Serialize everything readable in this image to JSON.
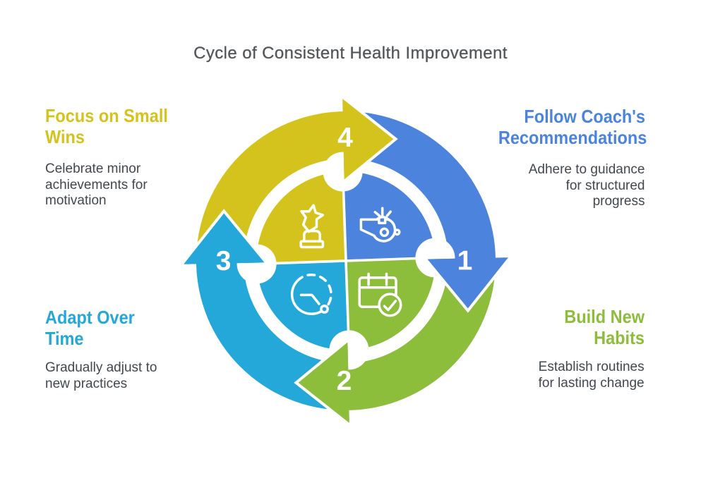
{
  "title": "Cycle of Consistent Health Improvement",
  "colors": {
    "background": "#ffffff",
    "title_text": "#54575a",
    "body_text": "#42484d",
    "white": "#ffffff",
    "blue": "#4c83dc",
    "green": "#8cbd3b",
    "cyan": "#23a8d9",
    "yellow": "#d5c31d"
  },
  "steps": [
    {
      "number": "1",
      "heading": "Follow Coach's\nRecommendations",
      "body": "Adhere to guidance\nfor structured\nprogress",
      "color": "#4c83dc",
      "position": "top-right",
      "icon": "whistle"
    },
    {
      "number": "2",
      "heading": "Build New\nHabits",
      "body": "Establish routines\nfor lasting change",
      "color": "#8cbd3b",
      "position": "bottom-right",
      "icon": "calendar-check"
    },
    {
      "number": "3",
      "heading": "Adapt Over\nTime",
      "body": "Gradually adjust to\nnew practices",
      "color": "#23a8d9",
      "position": "bottom-left",
      "icon": "clock"
    },
    {
      "number": "4",
      "heading": "Focus on Small\nWins",
      "body": "Celebrate minor\nachievements for\nmotivation",
      "color": "#d5c31d",
      "position": "top-left",
      "icon": "trophy-star"
    }
  ]
}
